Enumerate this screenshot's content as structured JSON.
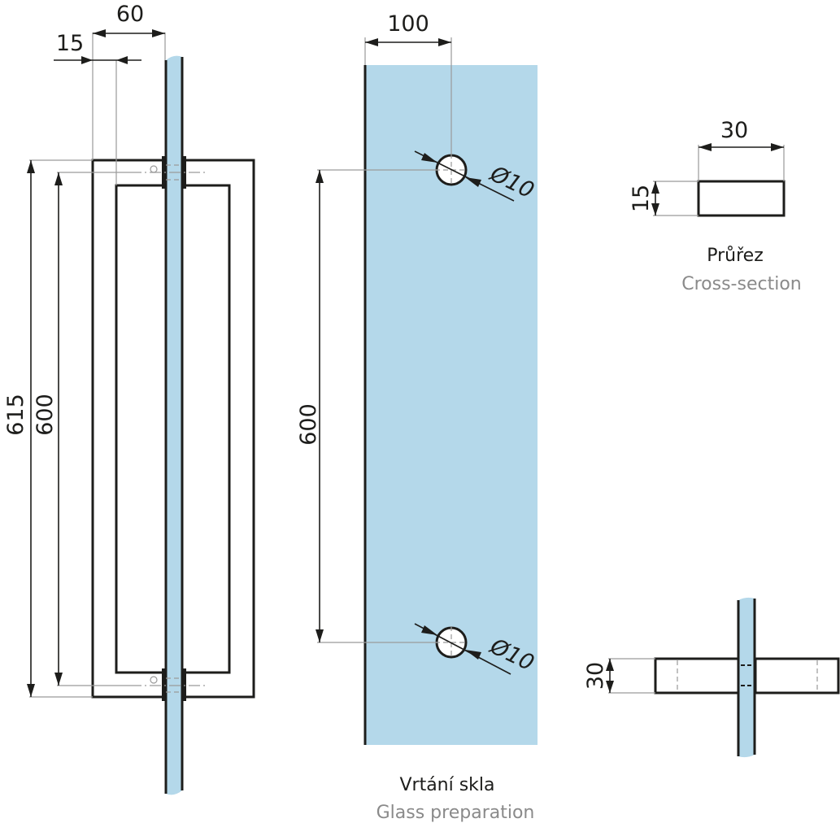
{
  "colors": {
    "glass": "#b4d8ea",
    "line": "#1d1d1b",
    "helper": "#9a9a9a",
    "caption_secondary": "#8a8a8a"
  },
  "side_view": {
    "dim_width_total": "60",
    "dim_width_bar": "15",
    "dim_height_total": "615",
    "dim_height_centers": "600"
  },
  "glass_preparation": {
    "dim_offset": "100",
    "dim_hole_spacing": "600",
    "hole_top_label": "Ø10",
    "hole_bottom_label": "Ø10",
    "caption_cz": "Vrtání skla",
    "caption_en": "Glass preparation"
  },
  "cross_section": {
    "dim_width": "30",
    "dim_height": "15",
    "caption_cz": "Průřez",
    "caption_en": "Cross-section"
  },
  "top_view": {
    "dim_height": "30"
  }
}
